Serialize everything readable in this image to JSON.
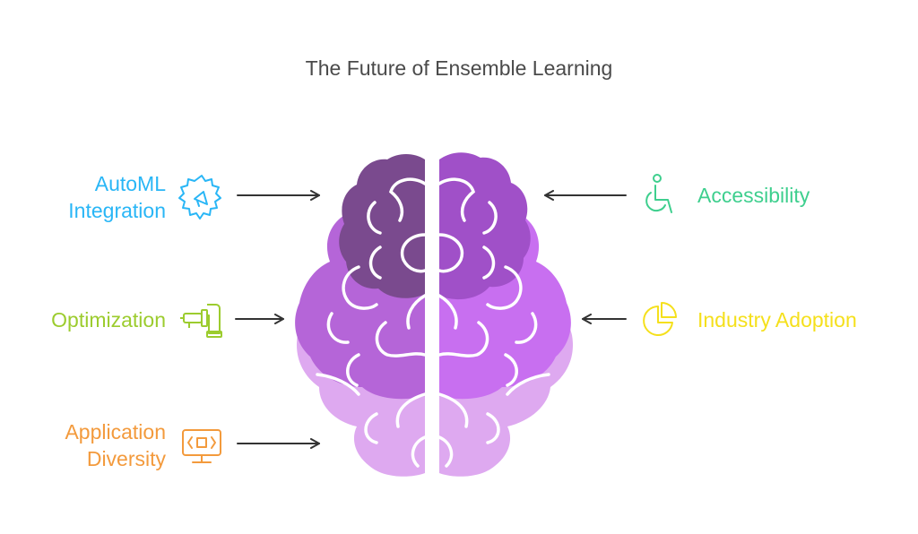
{
  "title": "The Future of Ensemble Learning",
  "colors": {
    "automl": "#29b6f6",
    "optimization": "#9ccc2e",
    "application": "#f39a3c",
    "accessibility": "#3ecf8e",
    "industry": "#f5e01c",
    "arrow": "#333333",
    "brain_top": "#7a4a8e",
    "brain_mid": "#b565d8",
    "brain_light": "#dea9f0",
    "brain_outline": "#ffffff"
  },
  "items": [
    {
      "id": "automl",
      "label_line1": "AutoML",
      "label_line2": "Integration",
      "icon": "gear-megaphone-icon",
      "side": "left"
    },
    {
      "id": "optimization",
      "label_line1": "Optimization",
      "label_line2": "",
      "icon": "pipe-icon",
      "side": "left"
    },
    {
      "id": "application",
      "label_line1": "Application",
      "label_line2": "Diversity",
      "icon": "monitor-code-icon",
      "side": "left"
    },
    {
      "id": "accessibility",
      "label_line1": "Accessibility",
      "label_line2": "",
      "icon": "wheelchair-icon",
      "side": "right"
    },
    {
      "id": "industry",
      "label_line1": "Industry Adoption",
      "label_line2": "",
      "icon": "pie-chart-icon",
      "side": "right"
    }
  ]
}
